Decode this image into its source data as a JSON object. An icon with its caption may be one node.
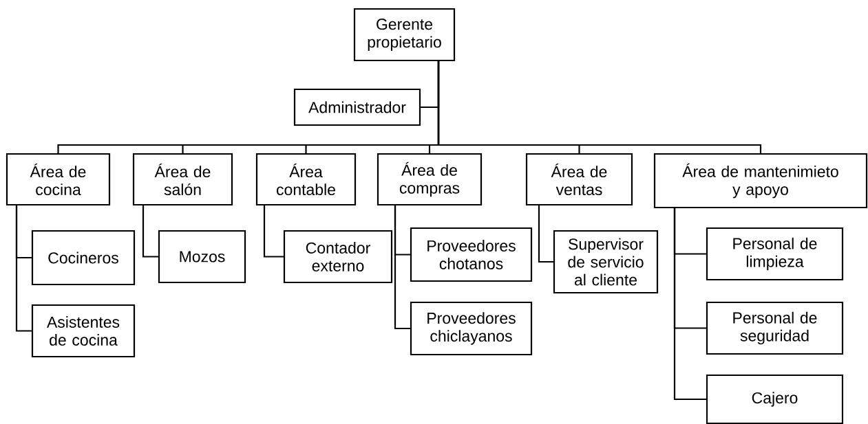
{
  "diagram": {
    "nodes": [
      {
        "text": [
          "Gerente propietario"
        ]
      },
      {
        "text": [
          "Administrador"
        ]
      },
      {
        "text": [
          "Área de cocina"
        ]
      },
      {
        "text": [
          "Área de salón"
        ]
      },
      {
        "text": [
          "Área contable"
        ]
      },
      {
        "text": [
          "Área de compras"
        ]
      },
      {
        "text": [
          "Área de ventas"
        ]
      },
      {
        "text": [
          "Área de mantenimieto y apoyo"
        ]
      },
      {
        "text": [
          "Cocineros"
        ]
      },
      {
        "text": [
          "Asistentes de cocina"
        ]
      },
      {
        "text": [
          "Mozos"
        ]
      },
      {
        "text": [
          "Contador externo"
        ]
      },
      {
        "text": [
          "Proveedores chotanos"
        ]
      },
      {
        "text": [
          "Proveedores chiclayanos"
        ]
      },
      {
        "text": [
          "Supervisor de servicio al cliente"
        ]
      },
      {
        "text": [
          "Personal de limpieza"
        ]
      },
      {
        "text": [
          "Personal de seguridad"
        ]
      },
      {
        "text": [
          "Cajero"
        ]
      }
    ],
    "edges": [
      {
        "from": 0,
        "to": 1,
        "arrow": "none"
      },
      {
        "from": 0,
        "to": 2,
        "arrow": "none"
      },
      {
        "from": 0,
        "to": 3,
        "arrow": "none"
      },
      {
        "from": 0,
        "to": 4,
        "arrow": "none"
      },
      {
        "from": 0,
        "to": 5,
        "arrow": "none"
      },
      {
        "from": 0,
        "to": 6,
        "arrow": "none"
      },
      {
        "from": 0,
        "to": 7,
        "arrow": "none"
      },
      {
        "from": 2,
        "to": 8,
        "arrow": "none"
      },
      {
        "from": 2,
        "to": 9,
        "arrow": "none"
      },
      {
        "from": 3,
        "to": 10,
        "arrow": "none"
      },
      {
        "from": 4,
        "to": 11,
        "arrow": "none"
      },
      {
        "from": 5,
        "to": 12,
        "arrow": "none"
      },
      {
        "from": 5,
        "to": 13,
        "arrow": "none"
      },
      {
        "from": 6,
        "to": 14,
        "arrow": "none"
      },
      {
        "from": 7,
        "to": 15,
        "arrow": "none"
      },
      {
        "from": 7,
        "to": 16,
        "arrow": "none"
      },
      {
        "from": 7,
        "to": 17,
        "arrow": "none"
      }
    ]
  }
}
